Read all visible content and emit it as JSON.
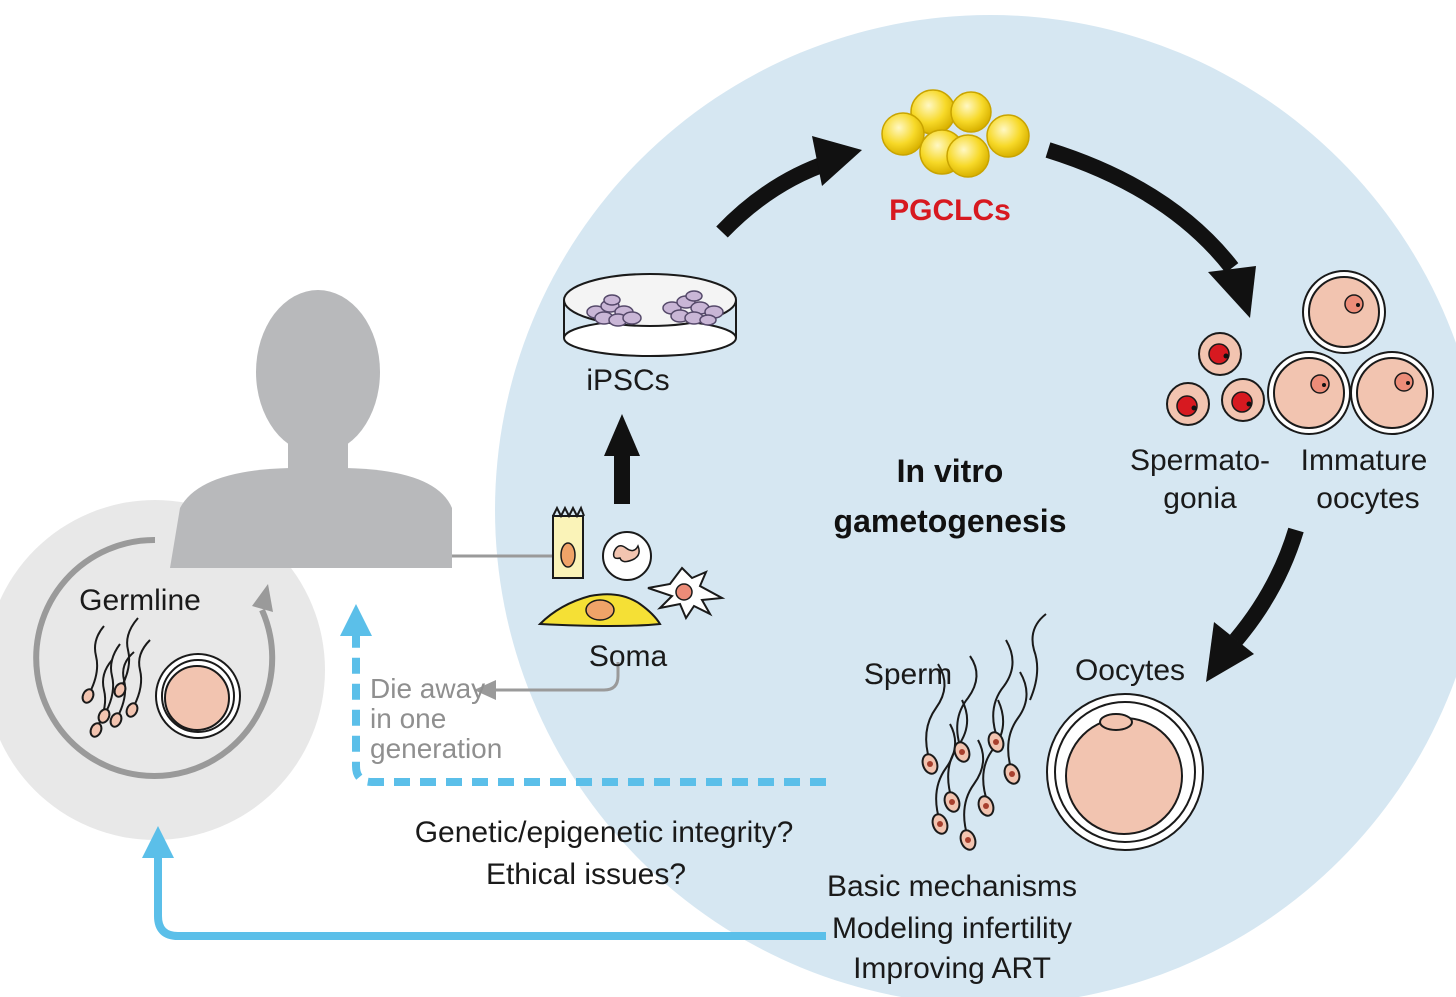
{
  "labels": {
    "pgclcs": "PGCLCs",
    "ipscs": "iPSCs",
    "soma": "Soma",
    "germline": "Germline",
    "center_line1": "In vitro",
    "center_line2": "gametogenesis",
    "spermatogonia_line1": "Spermato-",
    "spermatogonia_line2": "gonia",
    "immature_line1": "Immature",
    "immature_line2": "oocytes",
    "sperm": "Sperm",
    "oocytes": "Oocytes",
    "die_line1": "Die away",
    "die_line2": "in one",
    "die_line3": "generation",
    "question_line1": "Genetic/epigenetic integrity?",
    "question_line2": "Ethical issues?",
    "app_line1": "Basic mechanisms",
    "app_line2": "Modeling infertility",
    "app_line3": "Improving ART"
  },
  "colors": {
    "big_circle": "#d6e7f2",
    "germline_circle": "#e8e8e8",
    "silhouette": "#b8b9bb",
    "blue_arrow": "#5bbfe9",
    "black_arrow": "#111111",
    "pgclc_yellow": "#f7d928",
    "oocyte_pink": "#f2c4b0",
    "red_nucleus": "#d71920",
    "grey_line": "#9a9a9a",
    "label_red": "#d71920"
  }
}
